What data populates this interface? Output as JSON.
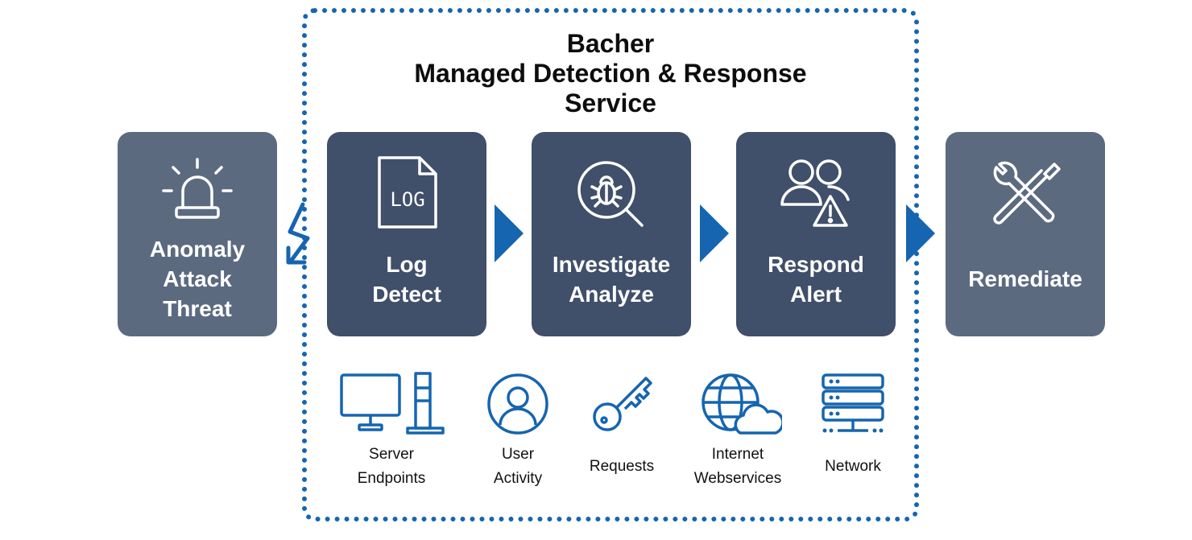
{
  "title": {
    "line1": "Bacher",
    "line2": "Managed Detection & Response",
    "line3": "Service"
  },
  "colors": {
    "accent": "#1565b0",
    "card_light": "#5c6a80",
    "card_dark": "#404f6a"
  },
  "cards": [
    {
      "icon": "alarm-light-icon",
      "lines": [
        "Anomaly",
        "Attack",
        "Threat"
      ]
    },
    {
      "icon": "log-file-icon",
      "lines": [
        "Log",
        "Detect"
      ]
    },
    {
      "icon": "bug-search-icon",
      "lines": [
        "Investigate",
        "Analyze"
      ]
    },
    {
      "icon": "users-alert-icon",
      "lines": [
        "Respond",
        "Alert"
      ]
    },
    {
      "icon": "tools-icon",
      "lines": [
        "Remediate"
      ]
    }
  ],
  "log_icon_text": "LOG",
  "sources": [
    {
      "icon": "computer-server-icon",
      "lines": [
        "Server",
        "Endpoints"
      ]
    },
    {
      "icon": "user-icon",
      "lines": [
        "User",
        "Activity"
      ]
    },
    {
      "icon": "key-icon",
      "lines": [
        "Requests"
      ]
    },
    {
      "icon": "globe-cloud-icon",
      "lines": [
        "Internet",
        "Webservices"
      ]
    },
    {
      "icon": "network-server-icon",
      "lines": [
        "Network"
      ]
    }
  ]
}
